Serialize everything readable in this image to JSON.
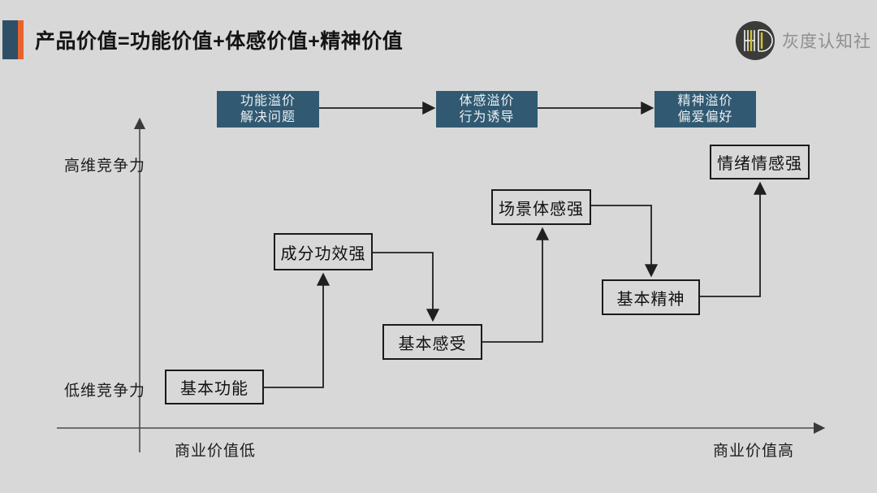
{
  "header": {
    "title": "产品价值=功能价值+体感价值+精神价值",
    "logo_text": "灰度认知社"
  },
  "colors": {
    "background": "#d8d8d8",
    "premium_box_blue": "#315a72",
    "marker_blue": "#2f4f66",
    "marker_orange": "#e8622c",
    "logo_circle_dark": "#3b3b39",
    "logo_accent_yellow": "#d8c426",
    "logo_text_gray": "#8f8f8f",
    "line_dark": "#1f1f1f",
    "axis_gray": "#4a4a4a"
  },
  "premium_flow": [
    {
      "line1": "功能溢价",
      "line2": "解决问题"
    },
    {
      "line1": "体感溢价",
      "line2": "行为诱导"
    },
    {
      "line1": "精神溢价",
      "line2": "偏爱偏好"
    }
  ],
  "steps": [
    {
      "label": "基本功能"
    },
    {
      "label": "成分功效强"
    },
    {
      "label": "基本感受"
    },
    {
      "label": "场景体感强"
    },
    {
      "label": "基本精神"
    },
    {
      "label": "情绪情感强"
    }
  ],
  "axes": {
    "y_top_label": "高维竞争力",
    "y_bottom_label": "低维竞争力",
    "x_left_label": "商业价值低",
    "x_right_label": "商业价值高"
  }
}
